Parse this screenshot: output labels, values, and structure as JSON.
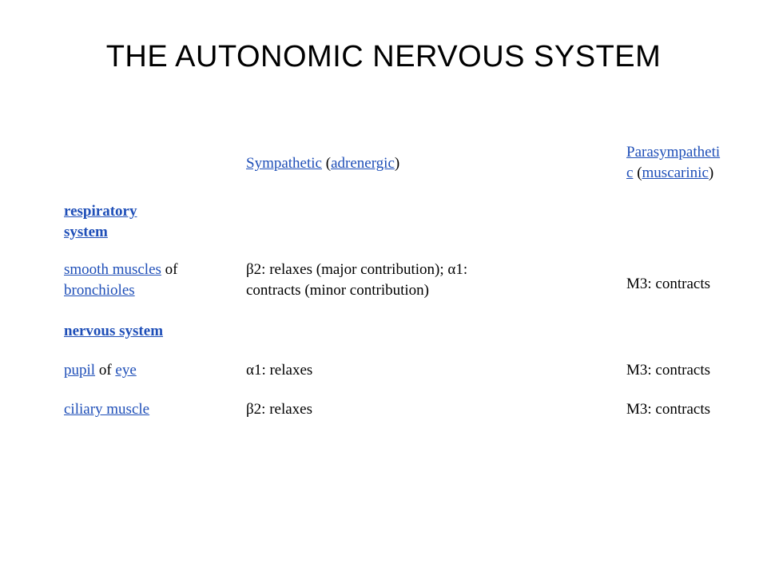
{
  "title": "THE AUTONOMIC NERVOUS SYSTEM",
  "header": {
    "sympathetic_link": "Sympathetic",
    "sympathetic_open": " (",
    "adrenergic_link": "adrenergic",
    "sympathetic_close": ")",
    "parasympathetic_link_1": "Parasympatheti",
    "parasympathetic_link_2": "c",
    "parasympathetic_open": " (",
    "muscarinic_link": "muscarinic",
    "parasympathetic_close": ")"
  },
  "rows": {
    "respiratory_heading_1": "respiratory",
    "respiratory_heading_2": "system",
    "smooth_muscles_link": "smooth muscles",
    "of_text": " of",
    "bronchioles_link": "bronchioles",
    "bronchioles_sympathetic_1": "β2: relaxes (major contribution); α1:",
    "bronchioles_sympathetic_2": "contracts (minor contribution)",
    "bronchioles_parasympathetic": "M3: contracts",
    "nervous_heading": "nervous system",
    "pupil_link": "pupil",
    "pupil_of": " of ",
    "eye_link": "eye",
    "pupil_sympathetic": "α1: relaxes",
    "pupil_parasympathetic": "M3: contracts",
    "ciliary_link": "ciliary muscle",
    "ciliary_sympathetic": "β2: relaxes",
    "ciliary_parasympathetic": "M3: contracts"
  },
  "colors": {
    "link": "#1f4fb8",
    "text": "#000000",
    "background": "#ffffff"
  }
}
